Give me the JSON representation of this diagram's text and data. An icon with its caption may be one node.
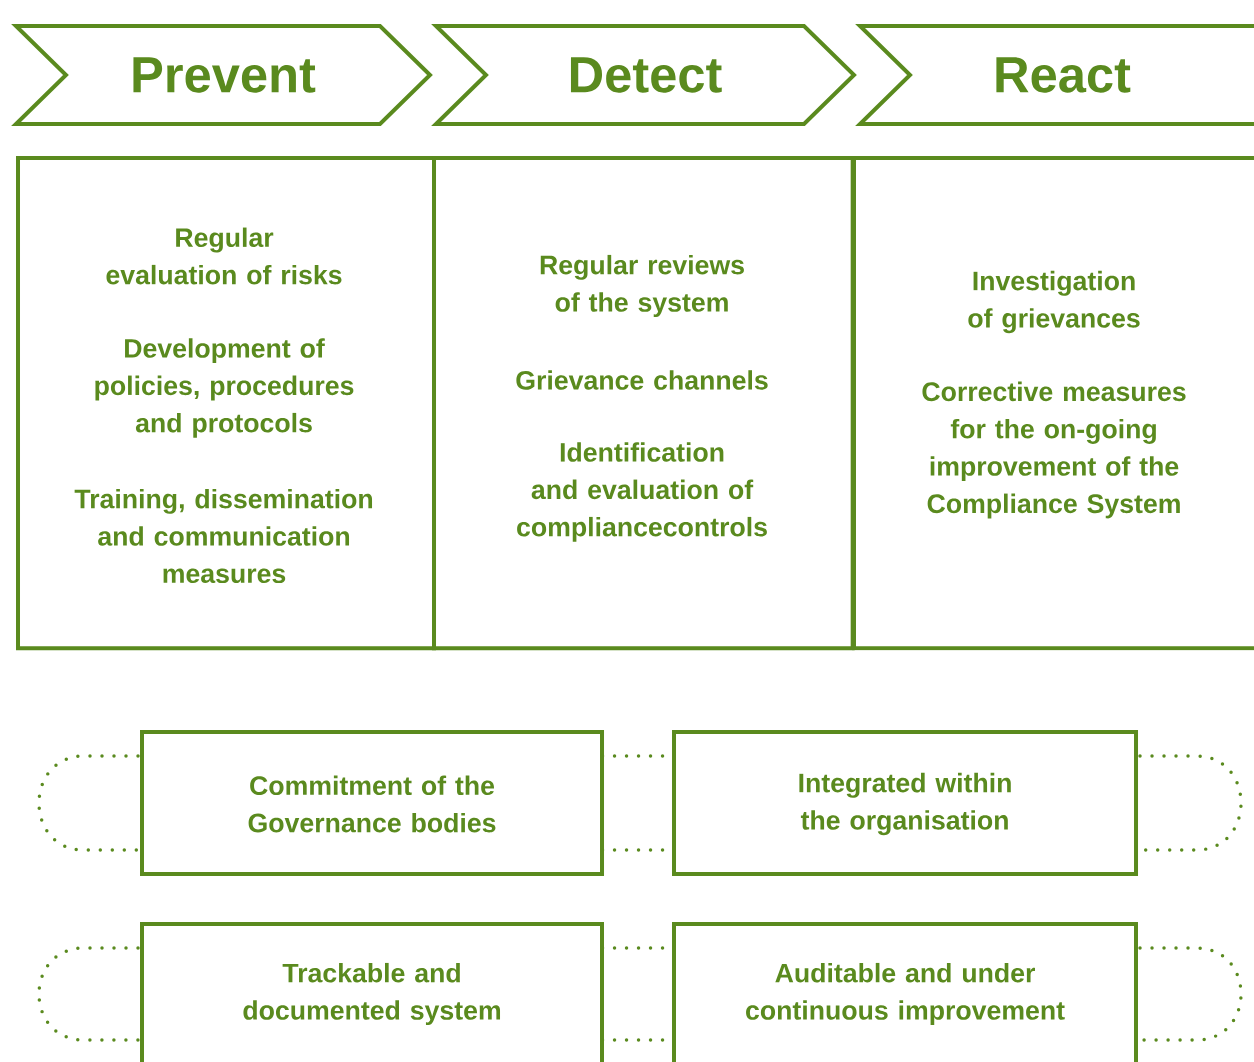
{
  "diagram": {
    "nodes": [
      {
        "text": [
          "Prevent"
        ]
      },
      {
        "text": [
          "Detect"
        ]
      },
      {
        "text": [
          "React"
        ]
      },
      {
        "text": [
          "Regular evaluation of risks",
          "Development of policies, procedures and protocols",
          "Training, dissemination and communication measures"
        ]
      },
      {
        "text": [
          "Regular reviews of the system",
          "Grievance channels",
          "Identification and evaluation of compliancecontrols"
        ]
      },
      {
        "text": [
          "Investigation of grievances",
          "Corrective measures for the on-going improvement of the Compliance System"
        ]
      },
      {
        "text": [
          "Commitment of the Governance bodies"
        ]
      },
      {
        "text": [
          "Integrated within the organisation"
        ]
      },
      {
        "text": [
          "Trackable and documented system"
        ]
      },
      {
        "text": [
          "Auditable and under continuous improvement"
        ]
      }
    ],
    "edges": [
      {
        "from": 6,
        "to": 7,
        "arrow": "none",
        "style": "dashed"
      },
      {
        "from": 6,
        "to": 7,
        "arrow": "none",
        "style": "dashed"
      },
      {
        "from": 8,
        "to": 9,
        "arrow": "none",
        "style": "dashed"
      },
      {
        "from": 8,
        "to": 9,
        "arrow": "none",
        "style": "dashed"
      }
    ]
  }
}
